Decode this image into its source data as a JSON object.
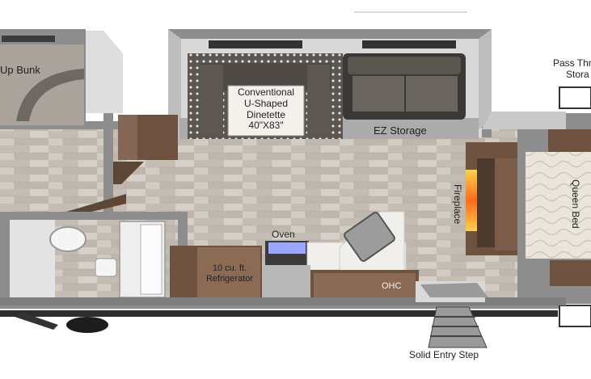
{
  "labels": {
    "bunk": "Up Bunk",
    "dinette_line1": "Conventional",
    "dinette_line2": "U-Shaped",
    "dinette_line3": "Dinetette",
    "dinette_line4": "40\"X83\"",
    "ez_storage": "EZ Storage",
    "pass_line1": "Pass Thr",
    "pass_line2": "Stora",
    "fireplace": "Fireplace",
    "queen_bed": "Queen Bed",
    "oven": "Oven",
    "fridge_line1": "10 cu. ft.",
    "fridge_line2": "Refrigerator",
    "ohc": "OHC",
    "entry_step": "Solid Entry Step"
  },
  "colors": {
    "wall": "#8a8a8a",
    "floor": "#c9c2ba",
    "wood": "#6b4f3a",
    "sofa": "#4b4642",
    "carpet": "#b8b1ab"
  }
}
